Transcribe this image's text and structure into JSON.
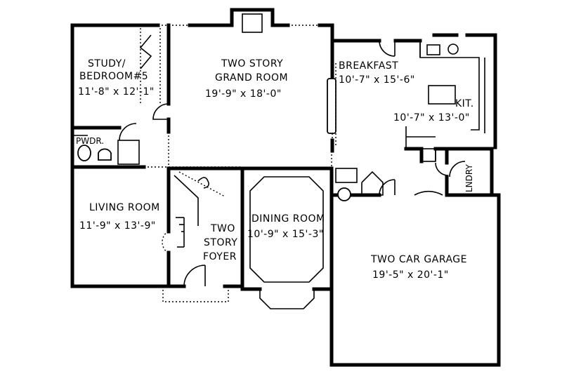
{
  "rooms": {
    "study": {
      "name_line1": "STUDY/",
      "name_line2": "BEDROOM#5",
      "size": "11'-8\" x 12'-1\""
    },
    "grand": {
      "name_line1": "TWO STORY",
      "name_line2": "GRAND ROOM",
      "size": "19'-9\" x 18'-0\""
    },
    "breakfast": {
      "name": "BREAKFAST",
      "size": "10'-7\" x 15'-6\""
    },
    "kitchen": {
      "name": "KIT.",
      "size": "10'-7\" x 13'-0\""
    },
    "powder": {
      "name": "PWDR."
    },
    "living": {
      "name": "LIVING ROOM",
      "size": "11'-9\" x 13'-9\""
    },
    "foyer": {
      "name_line1": "TWO",
      "name_line2": "STORY",
      "name_line3": "FOYER"
    },
    "dining": {
      "name": "DINING ROOM",
      "size": "10'-9\" x 15'-3\""
    },
    "laundry": {
      "name": "LNDRY"
    },
    "garage": {
      "name": "TWO CAR GARAGE",
      "size": "19'-5\" x 20'-1\""
    }
  }
}
